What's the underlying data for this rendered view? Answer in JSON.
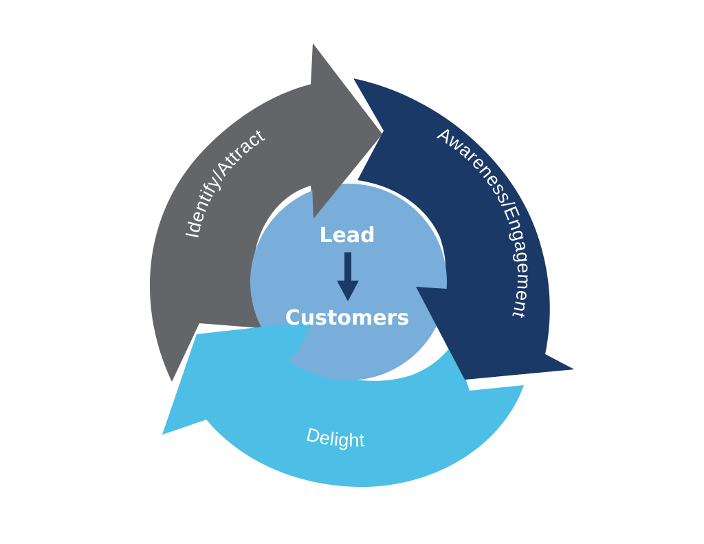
{
  "diagram": {
    "center": {
      "top_label": "Lead",
      "bottom_label": "Customers",
      "arrow_icon": "arrow-down-icon"
    },
    "stages": [
      {
        "label": "Identify/Attract"
      },
      {
        "label": "Awareness/Engagement"
      },
      {
        "label": "Delight"
      }
    ]
  },
  "colors": {
    "identify_attract": "#636569",
    "awareness_engagement": "#1b3966",
    "delight": "#4dbfe6",
    "center_circle": "#78aed9",
    "center_arrow": "#1b3966",
    "label_text": "#ffffff",
    "background": "#ffffff"
  }
}
